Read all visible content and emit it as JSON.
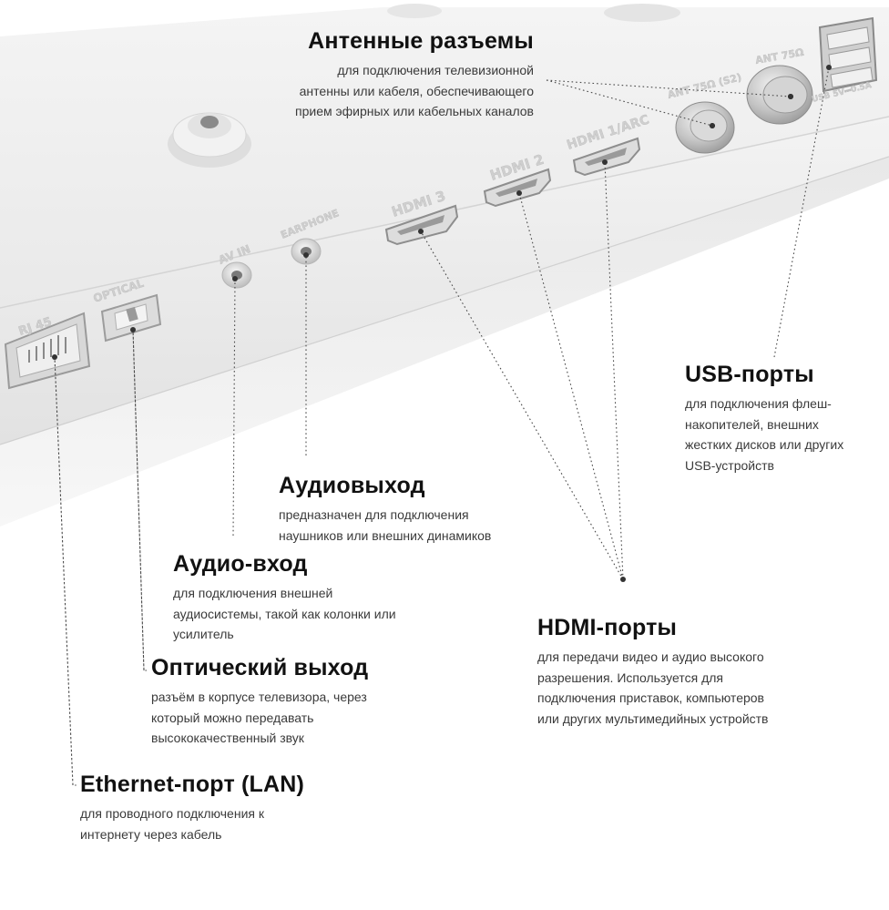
{
  "device_labels": {
    "rj45": "RJ 45",
    "optical": "OPTICAL",
    "av_in": "AV IN",
    "earphone": "EARPHONE",
    "hdmi3": "HDMI 3",
    "hdmi2": "HDMI 2",
    "hdmi1": "HDMI 1/ARC",
    "ant_s2": "ANT 75Ω (S2)",
    "ant": "ANT 75Ω",
    "usb": "USB 5V⎓0.5A"
  },
  "callouts": {
    "antenna": {
      "title": "Антенные разъемы",
      "lines": [
        "для подключения телевизионной",
        "антенны или кабеля, обеспечивающего",
        "прием эфирных или кабельных каналов"
      ]
    },
    "usb": {
      "title": "USB-порты",
      "lines": [
        "для подключения флеш-",
        "накопителей, внешних",
        "жестких дисков или других",
        "USB-устройств"
      ]
    },
    "audio_out": {
      "title": "Аудиовыход",
      "lines": [
        "предназначен для подключения",
        "наушников или внешних динамиков"
      ]
    },
    "audio_in": {
      "title": "Аудио-вход",
      "lines": [
        "для подключения внешней",
        "аудиосистемы, такой как колонки или",
        "усилитель"
      ]
    },
    "hdmi": {
      "title": "HDMI-порты",
      "lines": [
        "для передачи видео и аудио высокого",
        "разрешения. Используется для",
        "подключения приставок, компьютеров",
        "или других мультимедийных устройств"
      ]
    },
    "optical": {
      "title": "Оптический выход",
      "lines": [
        "разъём в корпусе телевизора, через",
        "который можно передавать",
        "высококачественный звук"
      ]
    },
    "ethernet": {
      "title": "Ethernet-порт (LAN)",
      "lines": [
        "для проводного подключения к",
        "интернету через кабель"
      ]
    }
  }
}
